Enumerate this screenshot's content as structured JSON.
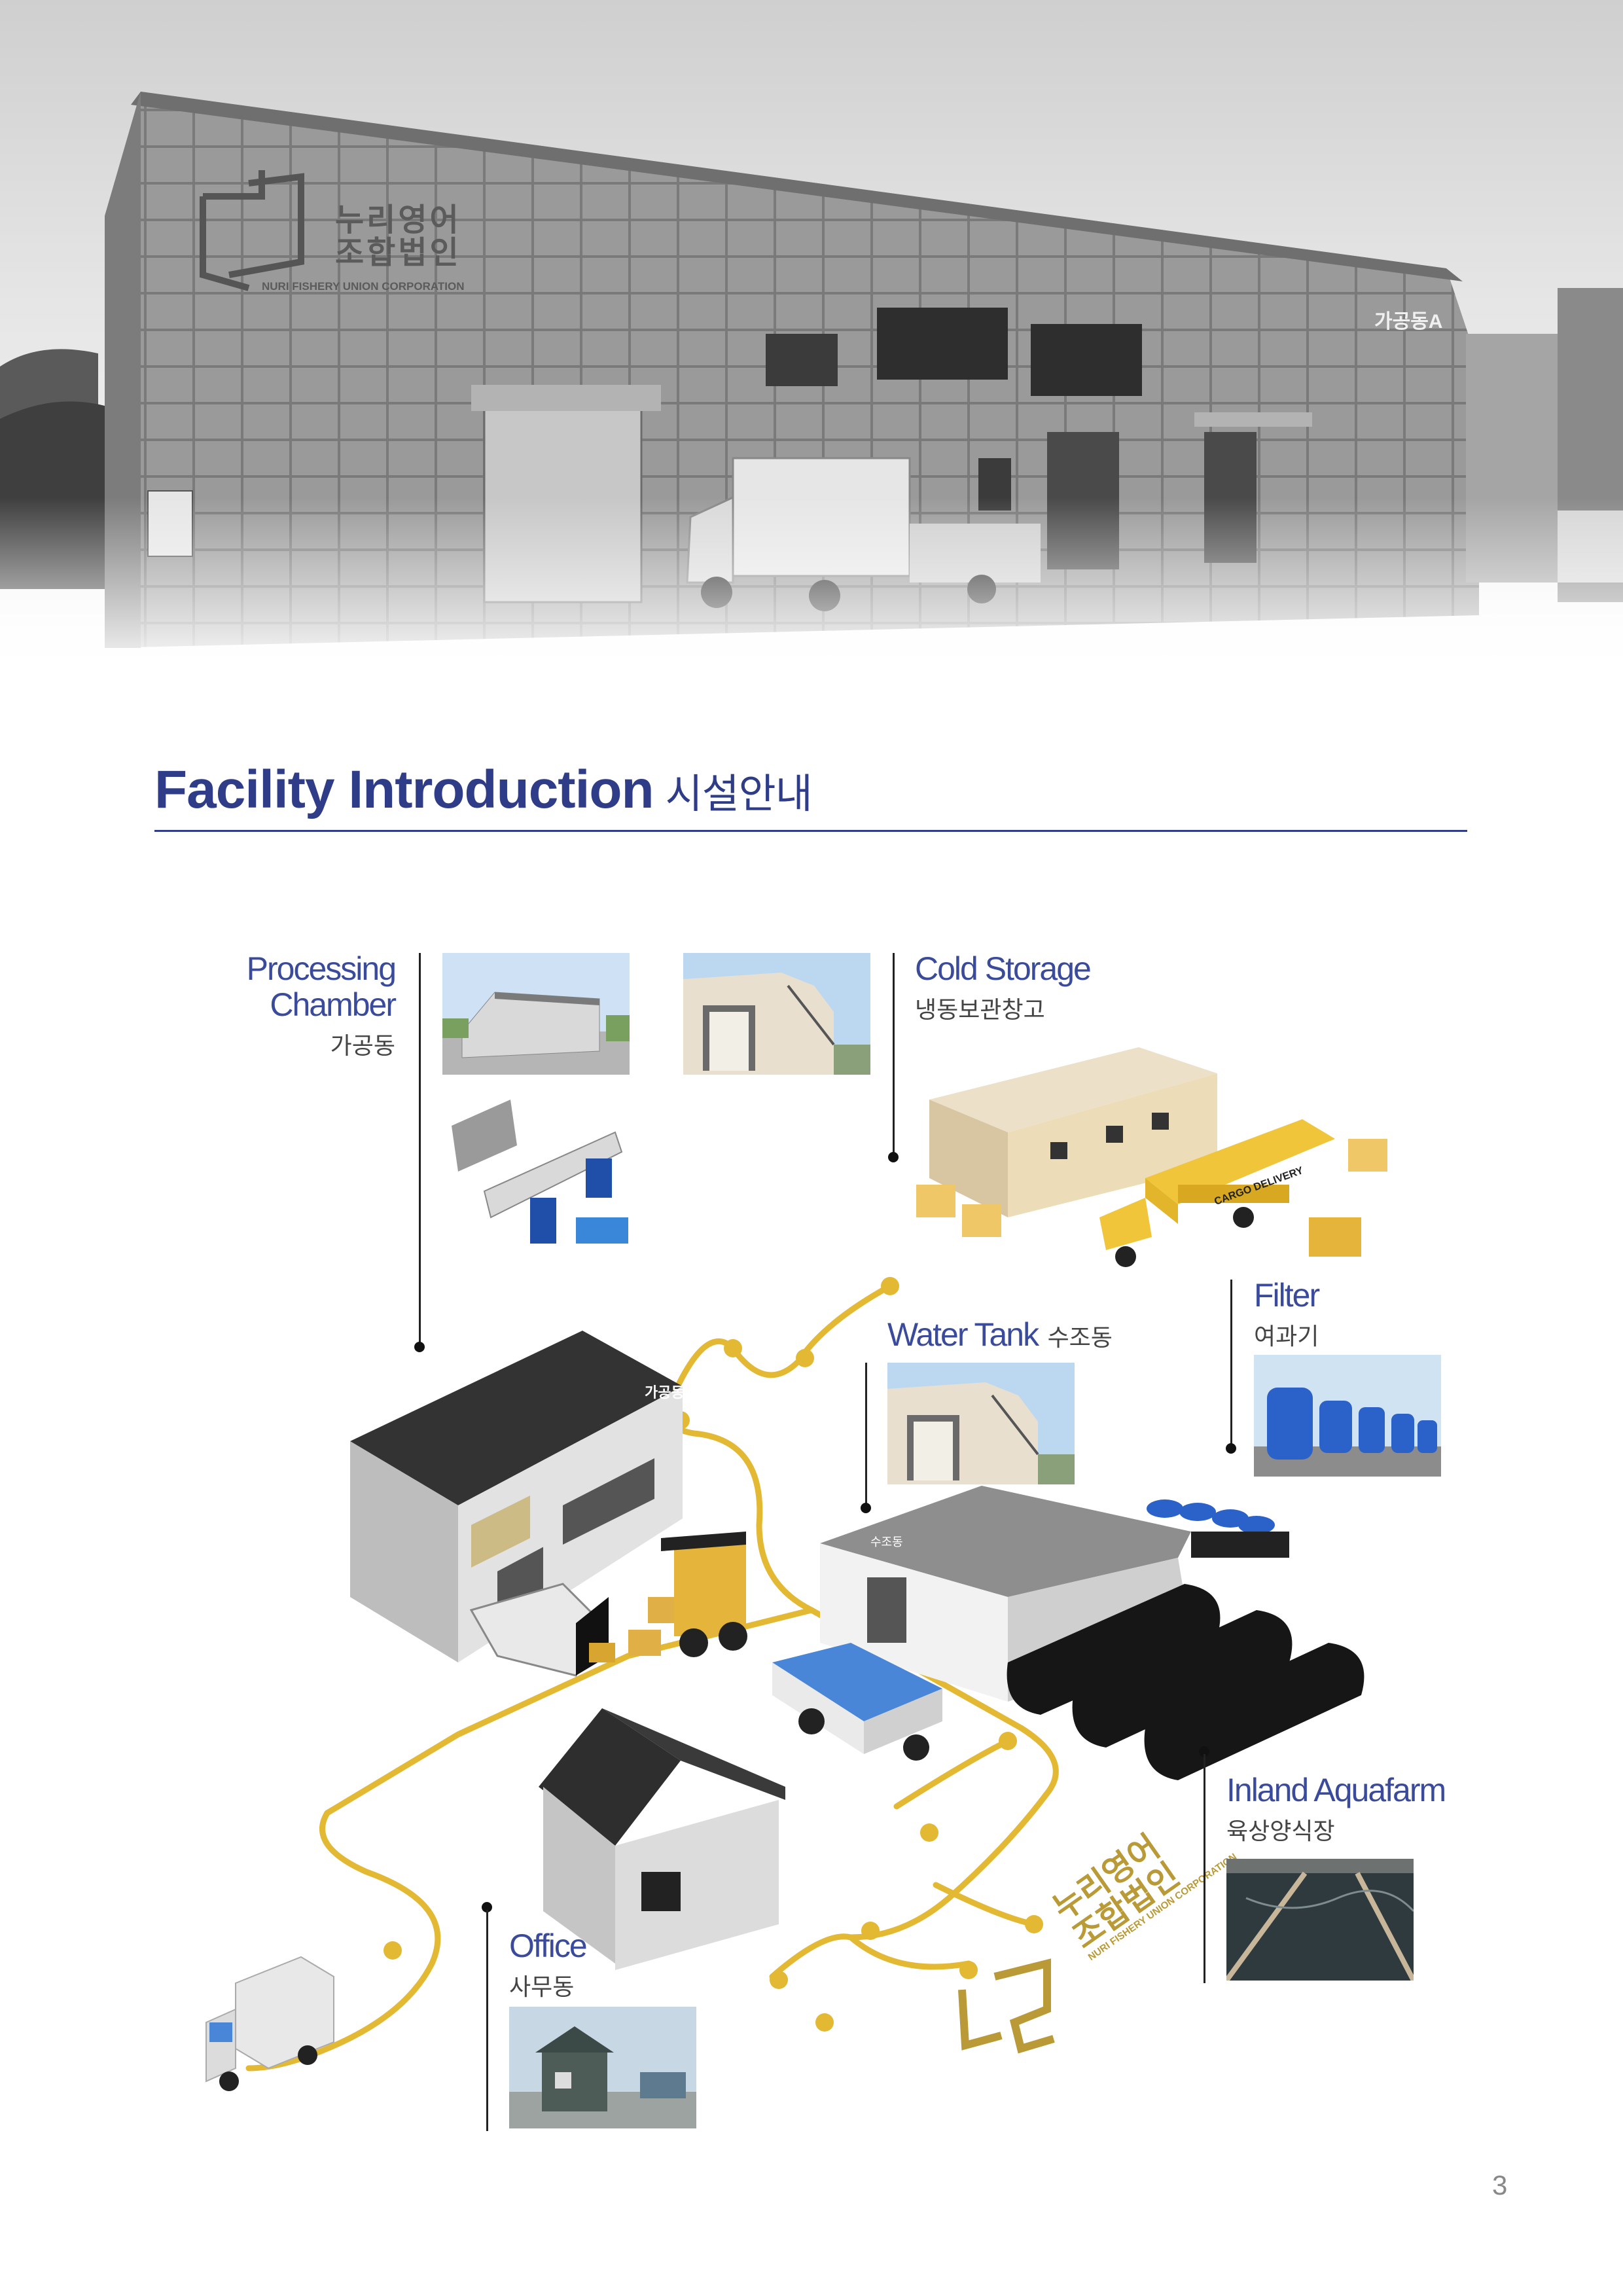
{
  "hero": {
    "building_sign_ko_line1": "누리영어",
    "building_sign_ko_line2": "조합법인",
    "building_sign_en": "NURI FISHERY UNION CORPORATION",
    "building_label": "가공동A"
  },
  "heading": {
    "title_en": "Facility Introduction",
    "title_ko": "시설안내"
  },
  "labels": {
    "processing": {
      "en_line1": "Processing",
      "en_line2": "Chamber",
      "ko": "가공동"
    },
    "cold_storage": {
      "en": "Cold Storage",
      "ko": "냉동보관창고"
    },
    "filter": {
      "en": "Filter",
      "ko": "여과기"
    },
    "water_tank": {
      "en": "Water Tank",
      "ko": "수조동"
    },
    "inland_aquafarm": {
      "en": "Inland Aquafarm",
      "ko": "육상양식장"
    },
    "office": {
      "en": "Office",
      "ko": "사무동"
    }
  },
  "illustration": {
    "building_sign": "가공동",
    "tank_sign": "수조동",
    "truck_brand": "CARGO DELIVERY",
    "logo_ko_line1": "누리영어",
    "logo_ko_line2": "조합법인",
    "logo_en": "NURI FISHERY UNION CORPORATION"
  },
  "colors": {
    "accent": "#2f3d88",
    "route": "#e3b833",
    "logo": "#b99a36"
  },
  "page_number": "3"
}
